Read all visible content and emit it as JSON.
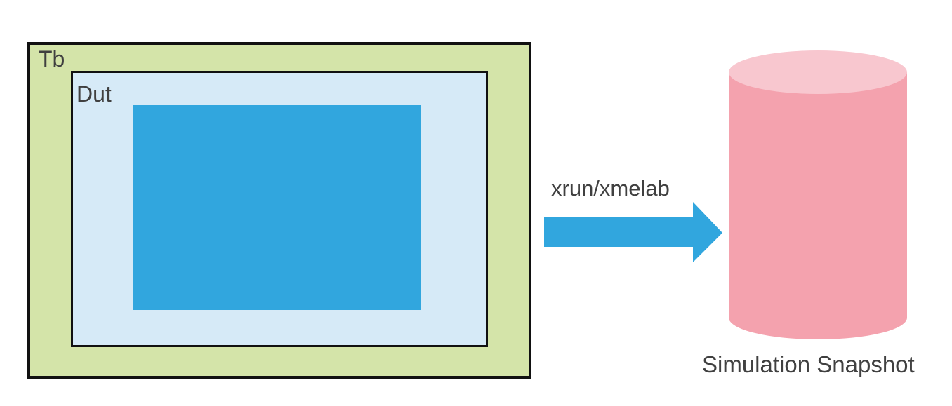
{
  "tb": {
    "label": "Tb"
  },
  "dut": {
    "label": "Dut"
  },
  "arrow": {
    "label": "xrun/xmelab"
  },
  "database": {
    "label": "Simulation Snapshot"
  },
  "colors": {
    "tb_fill": "#d4e4a9",
    "dut_fill": "#d6eaf7",
    "inner_fill": "#31a6de",
    "arrow_fill": "#31a6de",
    "cylinder_body": "#f4a2ae",
    "cylinder_top": "#f8c7cf",
    "border": "#111111",
    "text": "#404040"
  }
}
